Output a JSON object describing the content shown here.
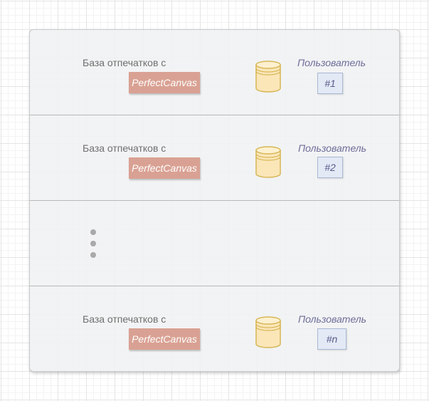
{
  "rows": [
    {
      "db_label": "База отпечатков с",
      "tech": "PerfectCanvas",
      "user_label": "Пользователь",
      "user_id": "#1"
    },
    {
      "db_label": "База отпечатков с",
      "tech": "PerfectCanvas",
      "user_label": "Пользователь",
      "user_id": "#2"
    },
    {
      "db_label": "База отпечатков с",
      "tech": "PerfectCanvas",
      "user_label": "Пользователь",
      "user_id": "#n"
    }
  ],
  "colors": {
    "tech_box": "#d9a193",
    "user_box": "#e3eaf6",
    "database_fill": "#fbe6b8",
    "database_stroke": "#d6b655"
  },
  "icons": {
    "database": "database-icon",
    "ellipsis": "vertical-ellipsis-icon"
  }
}
